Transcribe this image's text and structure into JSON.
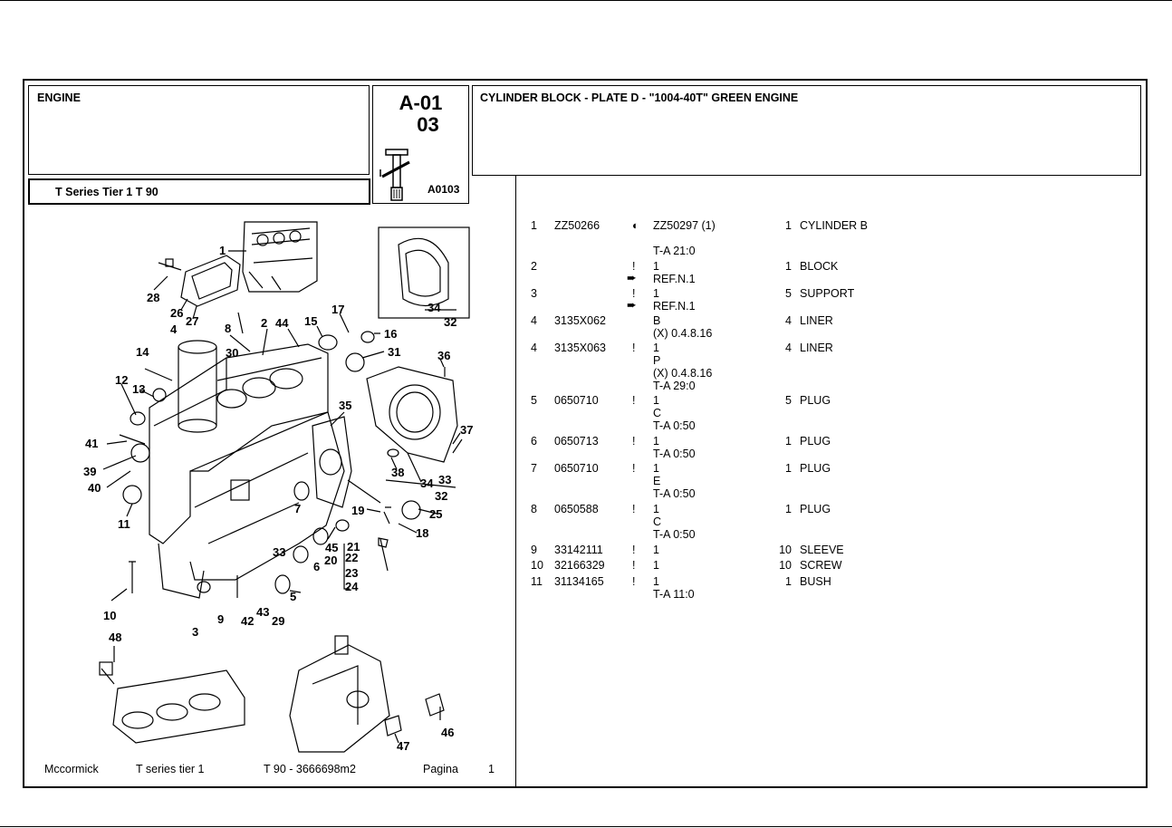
{
  "header": {
    "section": "ENGINE",
    "code_line1": "A-01",
    "code_line2": "03",
    "plate_code": "A0103",
    "title": "CYLINDER BLOCK - PLATE D - \"1004-40T\" GREEN ENGINE",
    "model": "T Series Tier 1  T 90"
  },
  "parts": [
    {
      "ref": "1",
      "part": "ZZ50266",
      "flag": "◐",
      "qty": "ZZ50297  (1)",
      "q2": "1",
      "desc": "CYLINDER B",
      "notes": [
        "",
        "T-A 21:0"
      ]
    },
    {
      "ref": "2",
      "part": "",
      "flag": "!",
      "qty": "1",
      "q2": "1",
      "desc": "BLOCK",
      "notes": [
        "REF.N.1"
      ],
      "arrow": true
    },
    {
      "ref": "3",
      "part": "",
      "flag": "!",
      "qty": "1",
      "q2": "5",
      "desc": "SUPPORT",
      "notes": [
        "REF.N.1"
      ],
      "arrow": true
    },
    {
      "ref": "4",
      "part": "3135X062",
      "flag": "",
      "qty": "B",
      "q2": "4",
      "desc": "LINER",
      "notes": [
        "(X) 0.4.8.16"
      ]
    },
    {
      "ref": "4",
      "part": "3135X063",
      "flag": "!",
      "qty": "1",
      "q2": "4",
      "desc": "LINER",
      "notes": [
        "P",
        "(X) 0.4.8.16",
        "T-A 29:0"
      ]
    },
    {
      "ref": "5",
      "part": "0650710",
      "flag": "!",
      "qty": "1",
      "q2": "5",
      "desc": "PLUG",
      "notes": [
        "C",
        "T-A 0:50"
      ]
    },
    {
      "ref": "6",
      "part": "0650713",
      "flag": "!",
      "qty": "1",
      "q2": "1",
      "desc": "PLUG",
      "notes": [
        "T-A 0:50"
      ]
    },
    {
      "ref": "7",
      "part": "0650710",
      "flag": "!",
      "qty": "1",
      "q2": "1",
      "desc": "PLUG",
      "notes": [
        "E",
        "T-A 0:50"
      ]
    },
    {
      "ref": "8",
      "part": "0650588",
      "flag": "!",
      "qty": "1",
      "q2": "1",
      "desc": "PLUG",
      "notes": [
        "C",
        "T-A 0:50"
      ]
    },
    {
      "ref": "9",
      "part": "33142111",
      "flag": "!",
      "qty": "1",
      "q2": "10",
      "desc": "SLEEVE",
      "notes": []
    },
    {
      "ref": "10",
      "part": "32166329",
      "flag": "!",
      "qty": "1",
      "q2": "10",
      "desc": "SCREW",
      "notes": []
    },
    {
      "ref": "11",
      "part": "31134165",
      "flag": "!",
      "qty": "1",
      "q2": "1",
      "desc": "BUSH",
      "notes": [
        "T-A 11:0"
      ]
    }
  ],
  "callouts": [
    "1",
    "2",
    "3",
    "4",
    "5",
    "6",
    "7",
    "8",
    "9",
    "10",
    "11",
    "12",
    "13",
    "14",
    "15",
    "16",
    "17",
    "18",
    "19",
    "20",
    "21",
    "22",
    "23",
    "24",
    "25",
    "26",
    "27",
    "28",
    "29",
    "30",
    "31",
    "32",
    "33",
    "34",
    "35",
    "36",
    "37",
    "38",
    "39",
    "40",
    "41",
    "42",
    "43",
    "44",
    "45",
    "46",
    "47",
    "48",
    "33",
    "34",
    "32"
  ],
  "footer": {
    "brand": "Mccormick",
    "series": "T series tier 1",
    "model": "T 90 - 3666698m2",
    "page_label": "Pagina",
    "page_number": "1"
  }
}
